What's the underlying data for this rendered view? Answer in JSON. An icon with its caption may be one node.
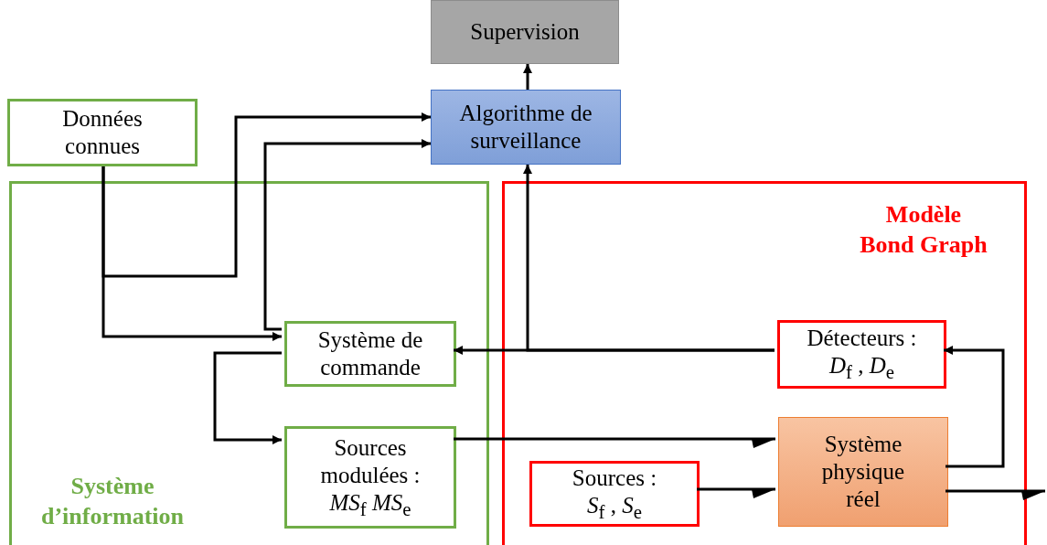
{
  "diagram": {
    "nodes": [
      {
        "text": [
          "Supervision"
        ]
      },
      {
        "text": [
          "Algorithme de surveillance"
        ]
      },
      {
        "text": [
          "Données connues"
        ]
      },
      {
        "text": [
          "Système d’information"
        ]
      },
      {
        "text": [
          "Système de commande"
        ],
        "in": 3
      },
      {
        "text": [
          "Sources modulées : *MS*$_{f}$ *MS*$_{e}$"
        ],
        "in": 3
      },
      {
        "text": [
          "Modèle Bond Graph"
        ]
      },
      {
        "text": [
          "Détecteurs : *D*$_{f}$ , *D*$_{e}$"
        ],
        "in": 6
      },
      {
        "text": [
          "Sources : *S*$_{f}$ , *S*$_{e}$"
        ],
        "in": 6
      },
      {
        "text": [
          "Système physique réel"
        ],
        "in": 6
      }
    ],
    "edges": [
      {
        "from": 1,
        "to": 0,
        "arrow": "to"
      },
      {
        "from": 2,
        "to": 1,
        "arrow": "to"
      },
      {
        "from": 2,
        "to": 4,
        "arrow": "to"
      },
      {
        "from": 4,
        "to": 1,
        "arrow": "to"
      },
      {
        "from": 7,
        "to": 4,
        "arrow": "to"
      },
      {
        "from": 7,
        "to": 1,
        "arrow": "to"
      },
      {
        "from": 4,
        "to": 5,
        "arrow": "to"
      },
      {
        "from": 5,
        "to": 9,
        "arrow": "to"
      },
      {
        "from": 8,
        "to": 9,
        "arrow": "to"
      },
      {
        "from": 9,
        "to": 7,
        "arrow": "to"
      },
      {
        "from": 9,
        "to": null,
        "arrow": "to"
      }
    ]
  }
}
